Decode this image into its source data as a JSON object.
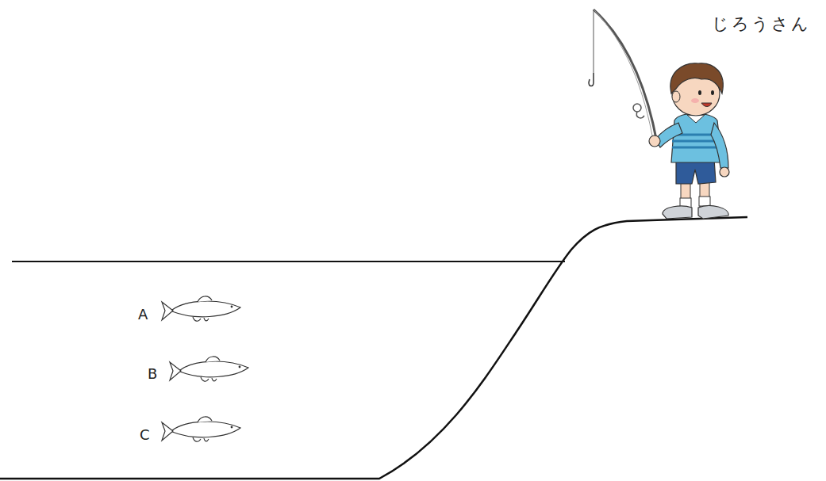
{
  "diagram": {
    "labels": [
      "じろうさん",
      "A",
      "B",
      "C"
    ]
  }
}
